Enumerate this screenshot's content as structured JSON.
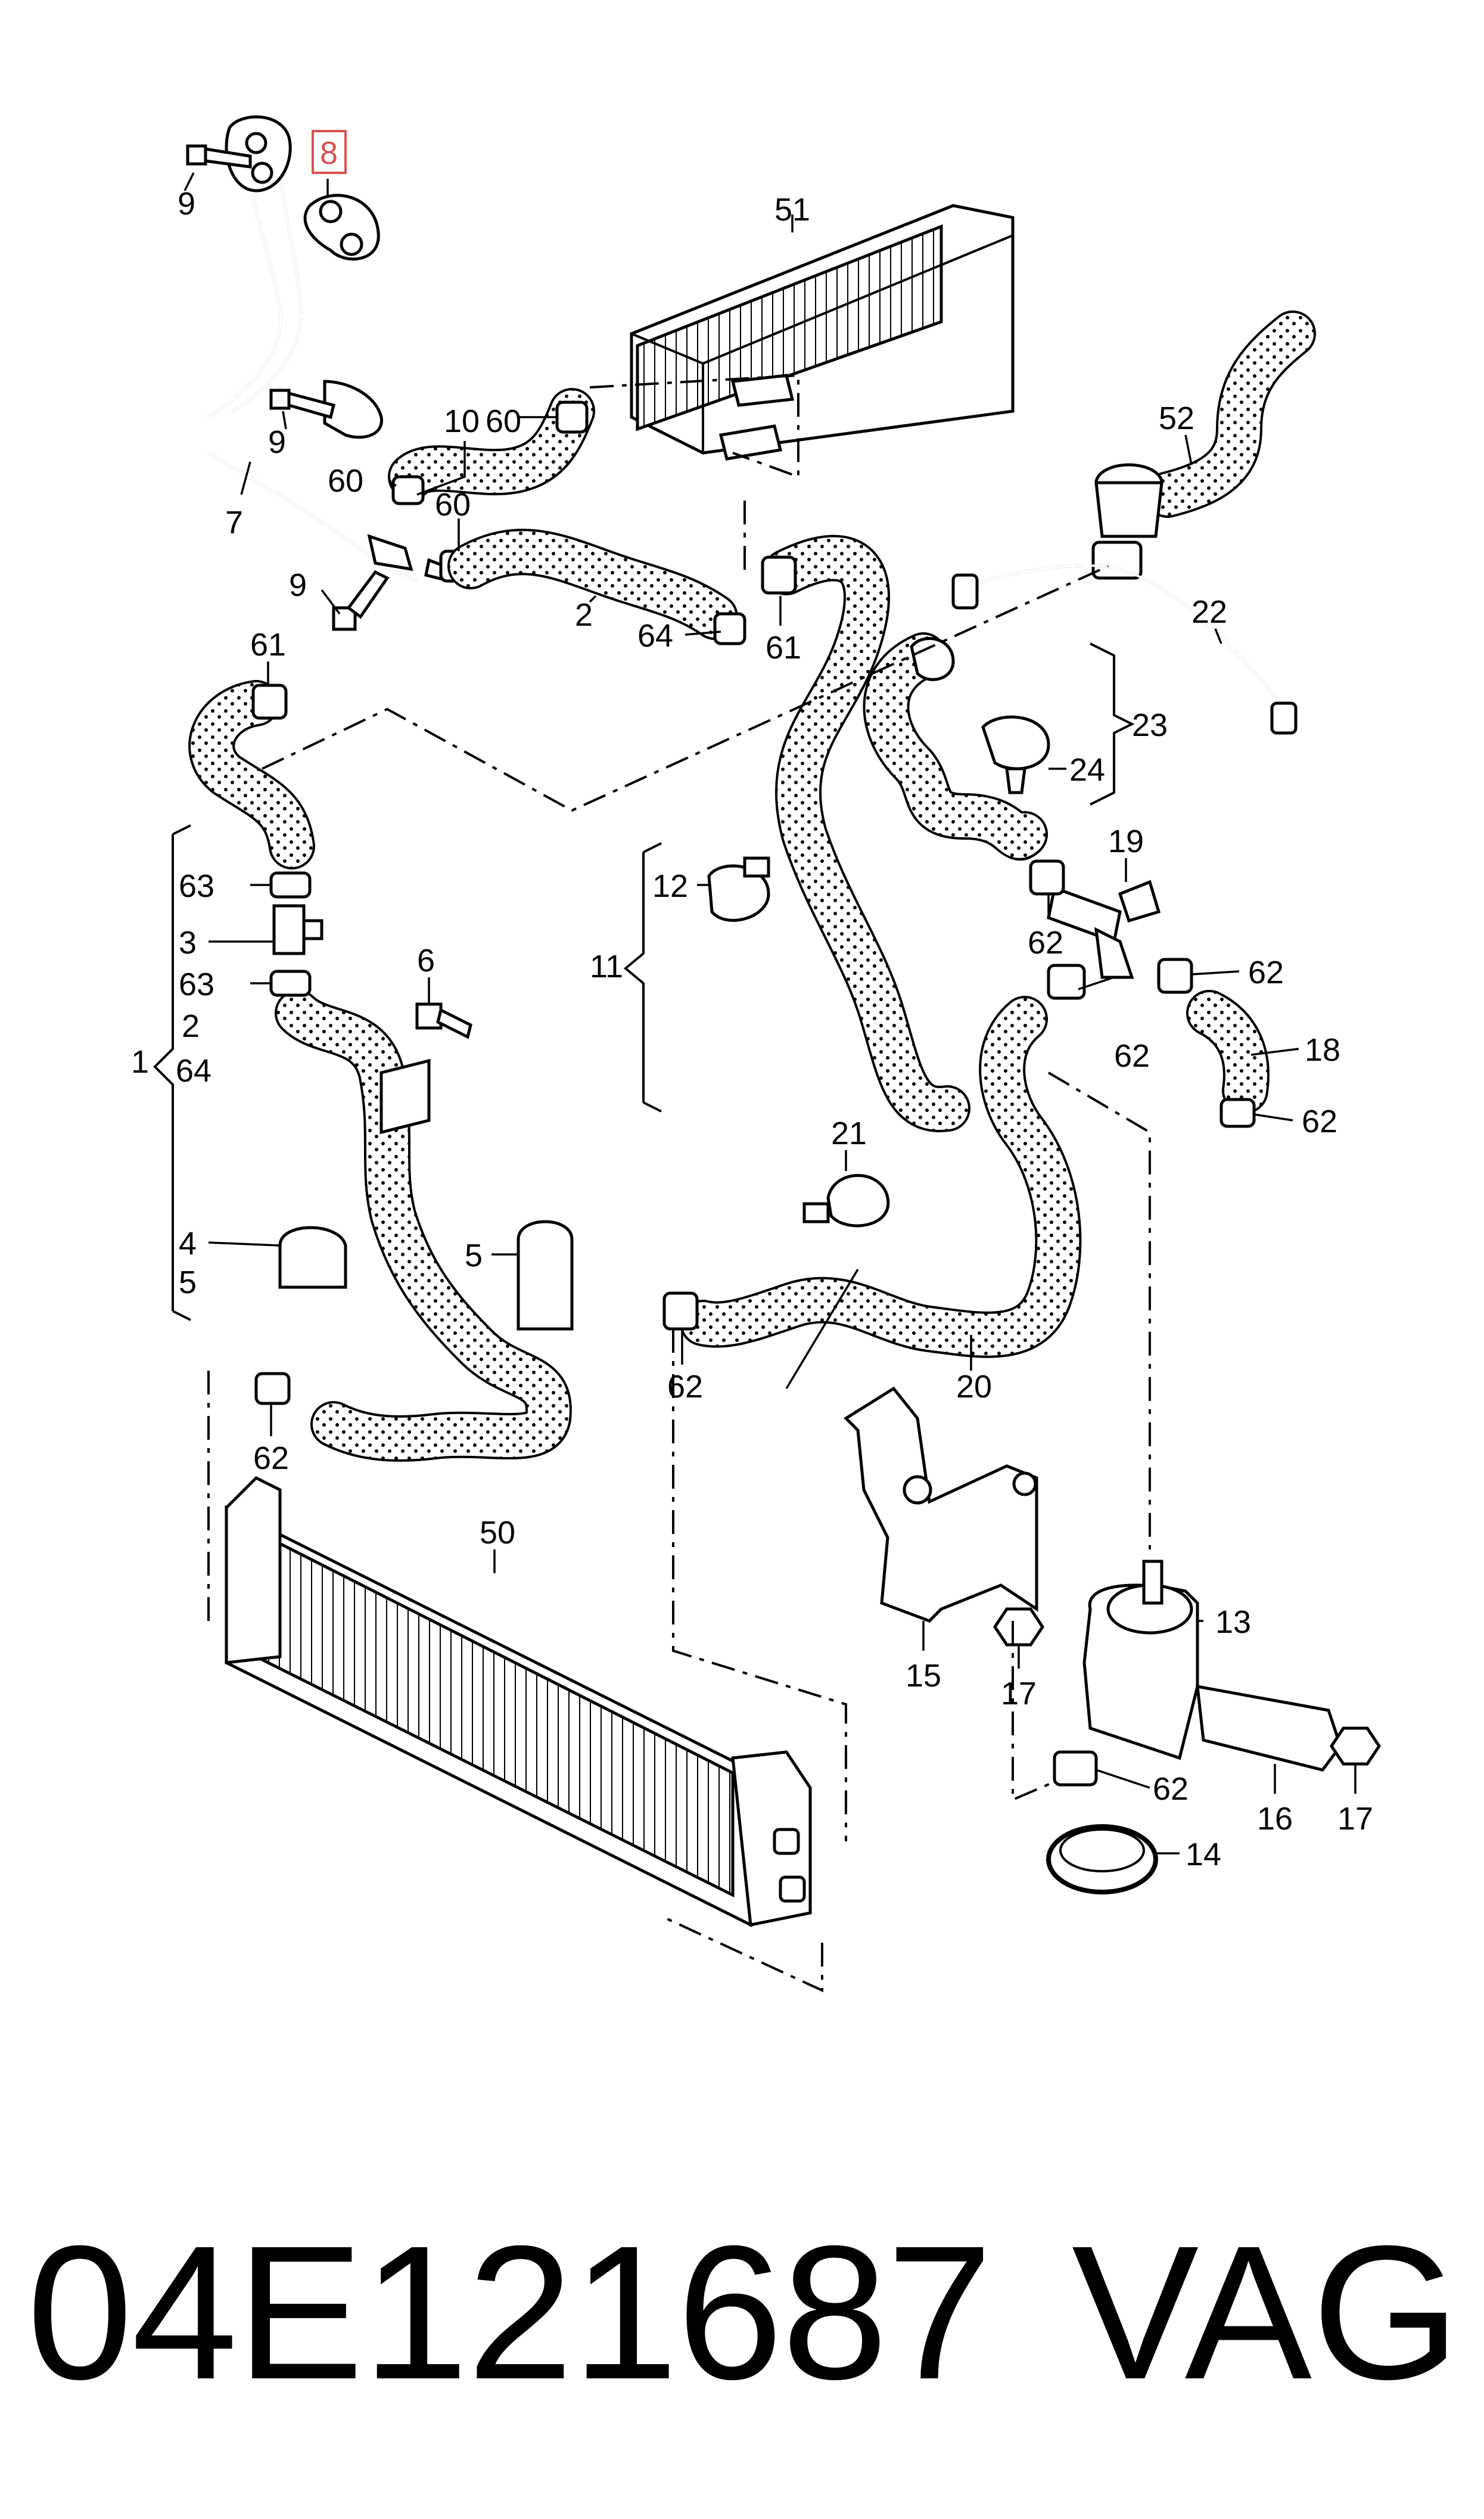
{
  "caption": {
    "part_number": "04E121687",
    "brand": "VAG"
  },
  "highlight_color": "#d9534f",
  "labels": {
    "l8": "8",
    "l9a": "9",
    "l51": "51",
    "l9b": "9",
    "l10": "10",
    "l60a": "60",
    "l60b": "60",
    "l60c": "60",
    "l7": "7",
    "l52": "52",
    "l9c": "9",
    "l2a": "2",
    "l64a": "64",
    "l61a": "61",
    "l61b": "61",
    "l22": "22",
    "l23": "23",
    "l24": "24",
    "l19": "19",
    "l63a": "63",
    "l12": "12",
    "l3": "3",
    "l63b": "63",
    "l6": "6",
    "l11": "11",
    "l62a": "62",
    "l62b": "62",
    "l62c": "62",
    "l18": "18",
    "l62d": "62",
    "l1": "1",
    "l2b": "2",
    "l64b": "64",
    "l21": "21",
    "l4": "4",
    "l5a": "5",
    "l5b": "5",
    "l62e": "62",
    "l20": "20",
    "l62f": "62",
    "l50": "50",
    "l13": "13",
    "l15": "15",
    "l17a": "17",
    "l62g": "62",
    "l16": "16",
    "l17b": "17",
    "l14": "14"
  }
}
